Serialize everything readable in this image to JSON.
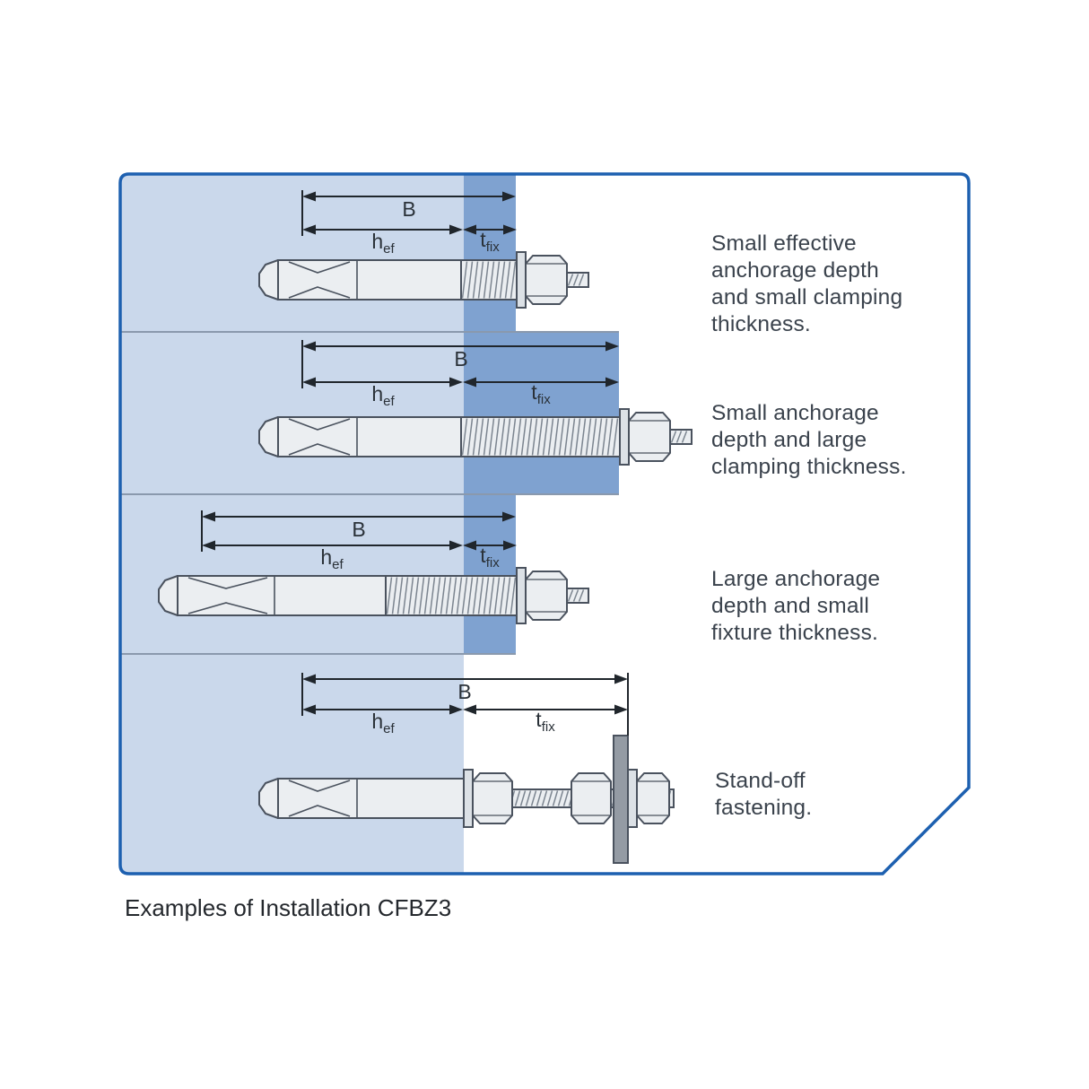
{
  "caption": "Examples of Installation CFBZ3",
  "labels": {
    "b": "B",
    "h": "h",
    "h_sub": "ef",
    "t": "t",
    "t_sub": "fix"
  },
  "rows": [
    {
      "description": "Small effective\nanchorage depth\nand small clamping\nthickness."
    },
    {
      "description": "Small anchorage\ndepth and large\nclamping thickness."
    },
    {
      "description": "Large anchorage\ndepth and small\nfixture thickness."
    },
    {
      "description": "Stand-off\nfastening."
    }
  ],
  "colors": {
    "frame_blue": "#1D60B0",
    "base_material": "#CAD8EB",
    "fixture_blue": "#7FA2D0",
    "divider": "#8A99AD",
    "dimension": "#20262C",
    "metal_outline": "#4A525E",
    "metal_fill": "#EBEEF1",
    "washer_fill": "#DCE1E6",
    "plate_fill": "#949BA4",
    "thread_line": "#7C8590",
    "text": "#3A424C"
  }
}
